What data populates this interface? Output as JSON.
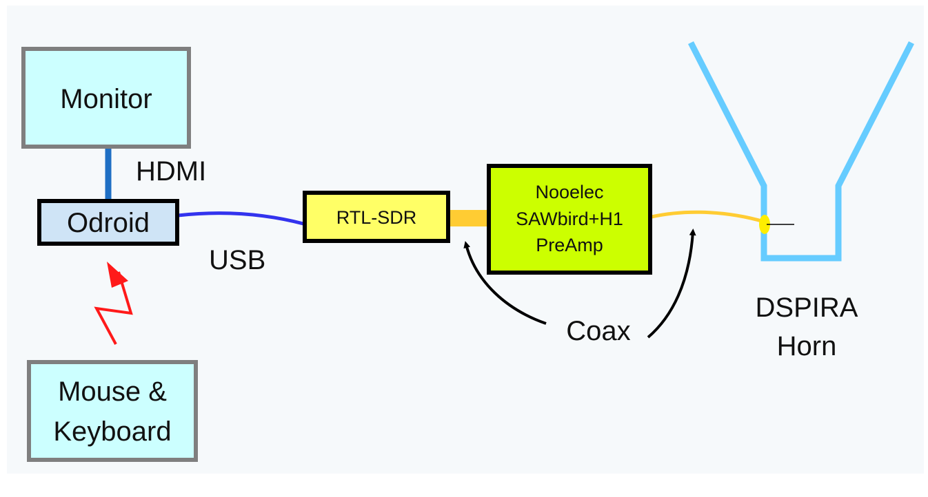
{
  "colors": {
    "page_background": "#ffffff",
    "canvas_background": "#f6f9fb",
    "light_cyan_box": "#ccffff",
    "gray_border": "#7f7f7f",
    "odroid_fill": "#cfe4f6",
    "rtlsdr_fill": "#ffff66",
    "preamp_fill": "#ccff00",
    "hdmi_cable": "#1f6fc4",
    "usb_cable": "#3333ee",
    "coax": "#ffcc33",
    "horn": "#66ccff",
    "wireless_bolt": "#ff1a1a",
    "arrow": "#000000"
  },
  "nodes": {
    "monitor": "Monitor",
    "odroid": "Odroid",
    "mouse_keyboard_line1": "Mouse &",
    "mouse_keyboard_line2": "Keyboard",
    "rtl_sdr": "RTL-SDR",
    "preamp_line1": "Nooelec",
    "preamp_line2": "SAWbird+H1",
    "preamp_line3": "PreAmp",
    "horn_line1": "DSPIRA",
    "horn_line2": "Horn"
  },
  "connections": {
    "hdmi": "HDMI",
    "usb": "USB",
    "coax": "Coax"
  }
}
